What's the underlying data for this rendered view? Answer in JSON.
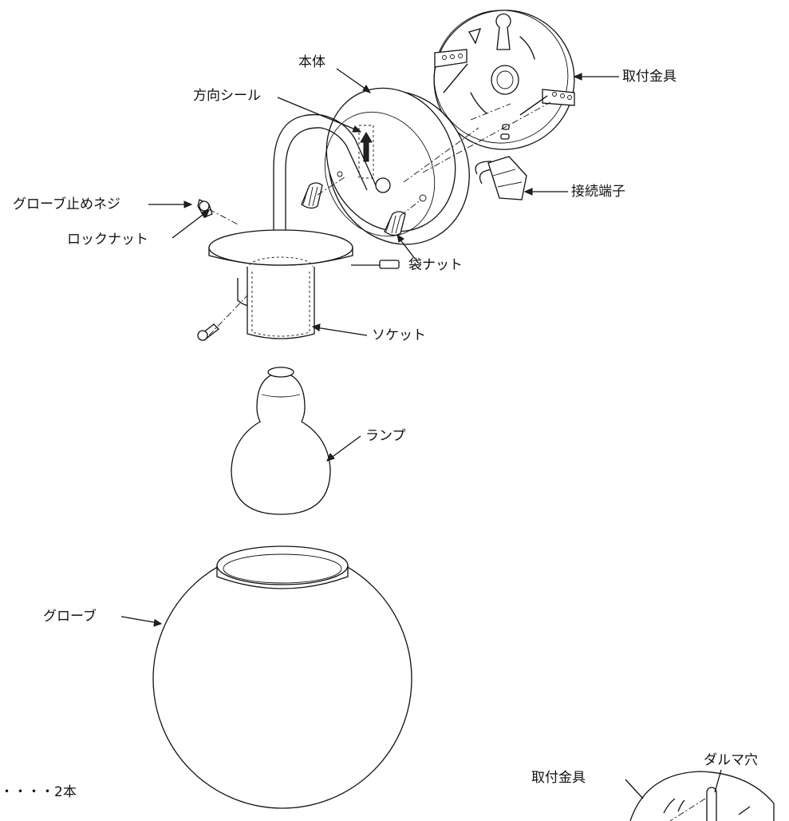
{
  "labels": {
    "hontai": "本体",
    "houkou_seal": "方向シール",
    "toritsuke_kanagu": "取付金具",
    "setsuzoku_tanshi": "接続端子",
    "globe_tome_neji": "グローブ止めネジ",
    "lock_nut": "ロックナット",
    "fukuro_nut": "袋ナット",
    "socket": "ソケット",
    "lamp": "ランプ",
    "globe": "グローブ",
    "daruma_ana": "ダルマ穴",
    "toritsuke_kanagu_detail": "取付金具",
    "count_note": "・・・・2本"
  }
}
